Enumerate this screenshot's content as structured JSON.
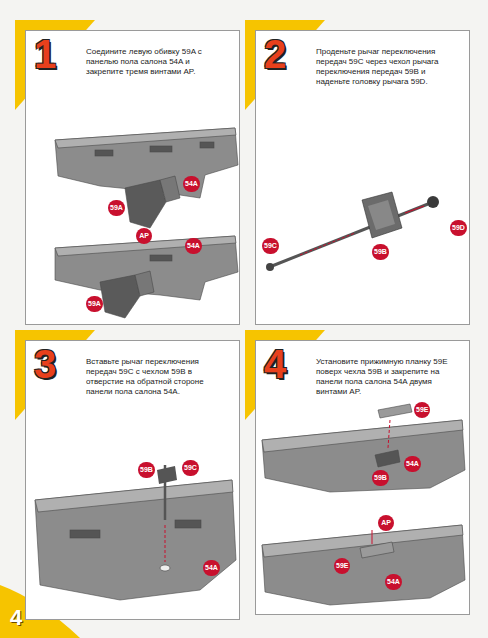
{
  "diagram": {
    "nodes": [
      {
        "text": [
          "1",
          "Соедините левую обивку 59A с панелью пола салона 54A и закрепите тремя винтами AP."
        ]
      },
      {
        "text": [
          "2",
          "Проденьте рычаг переключения передач 59C через чехол рычага переключения передач 59B и наденьте головку рычага 59D."
        ]
      },
      {
        "text": [
          "3",
          "Вставьте рычаг переключения передач 59C с чехлом 59B в отверстие на обратной стороне панели пола салона 54A."
        ]
      },
      {
        "text": [
          "4",
          "Установите прижимную планку 59E поверх чехла 59B и закрепите на панели пола салона 54A двумя винтами AP."
        ]
      }
    ],
    "labels": [
      "4",
      "54A",
      "59A",
      "AP",
      "54A",
      "59A",
      "59C",
      "59B",
      "59D",
      "59B",
      "59C",
      "54A",
      "59E",
      "54A",
      "59B",
      "AP",
      "59E",
      "54A"
    ]
  }
}
